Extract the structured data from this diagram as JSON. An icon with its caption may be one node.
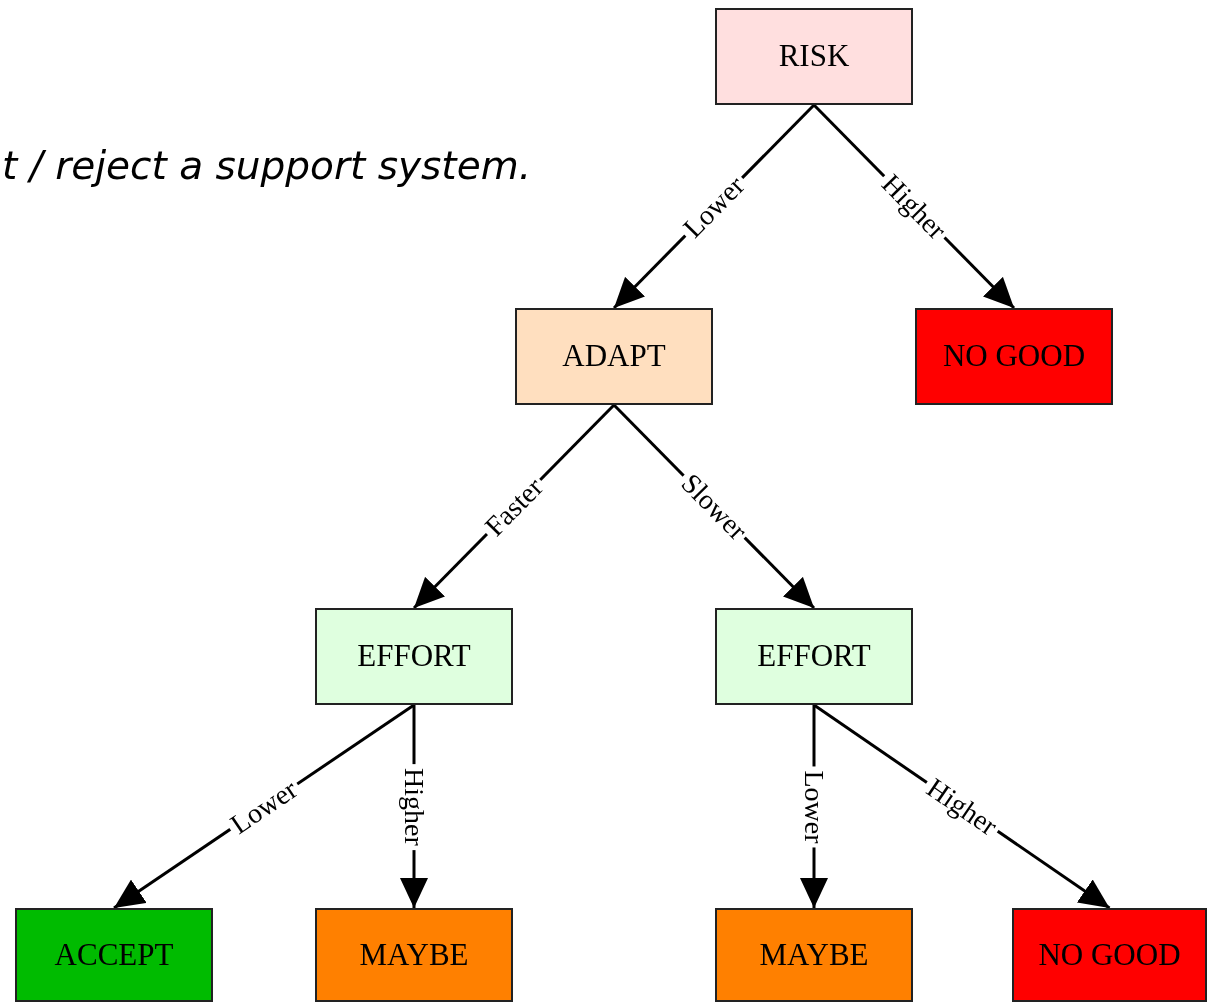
{
  "diagram": {
    "nodes": [
      {
        "text": [
          "RISK"
        ]
      },
      {
        "text": [
          "ADAPT"
        ]
      },
      {
        "text": [
          "NO GOOD"
        ]
      },
      {
        "text": [
          "EFFORT"
        ]
      },
      {
        "text": [
          "EFFORT"
        ]
      },
      {
        "text": [
          "ACCEPT"
        ]
      },
      {
        "text": [
          "MAYBE"
        ]
      },
      {
        "text": [
          "MAYBE"
        ]
      },
      {
        "text": [
          "NO GOOD"
        ]
      }
    ],
    "edges": [
      {
        "from": 0,
        "to": 1,
        "label": "Lower",
        "arrow": "to"
      },
      {
        "from": 0,
        "to": 2,
        "label": "Higher",
        "arrow": "to"
      },
      {
        "from": 1,
        "to": 3,
        "label": "Faster",
        "arrow": "to"
      },
      {
        "from": 1,
        "to": 4,
        "label": "Slower",
        "arrow": "to"
      },
      {
        "from": 3,
        "to": 5,
        "label": "Lower",
        "arrow": "to"
      },
      {
        "from": 3,
        "to": 6,
        "label": "Higher",
        "arrow": "to"
      },
      {
        "from": 4,
        "to": 7,
        "label": "Lower",
        "arrow": "to"
      },
      {
        "from": 4,
        "to": 8,
        "label": "Higher",
        "arrow": "to"
      }
    ],
    "labels": [
      "t / reject a support system."
    ]
  }
}
